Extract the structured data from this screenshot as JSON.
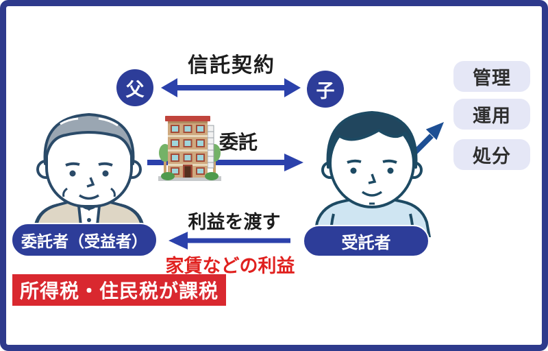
{
  "colors": {
    "frame_blue": "#2e3a8c",
    "primary_blue": "#2d3d99",
    "arrow_blue": "#2b41ab",
    "diagonal_arrow_blue": "#1d4f94",
    "duty_box_bg": "#e5e7f6",
    "duty_text": "#2f2f2f",
    "alert_red": "#d9282f",
    "red_text": "#e0211f",
    "title_black": "#1c1c1c"
  },
  "diagram": {
    "title": "信託契約",
    "father_label": "父",
    "child_label": "子",
    "entrust_label": "委託",
    "duties": [
      "管理",
      "運用",
      "処分"
    ],
    "profit_label": "利益を渡す",
    "profit_note": "家賃などの利益",
    "trustor_label": "委託者（受益者）",
    "trustee_label": "受託者",
    "tax_label": "所得税・住民税が課税"
  }
}
